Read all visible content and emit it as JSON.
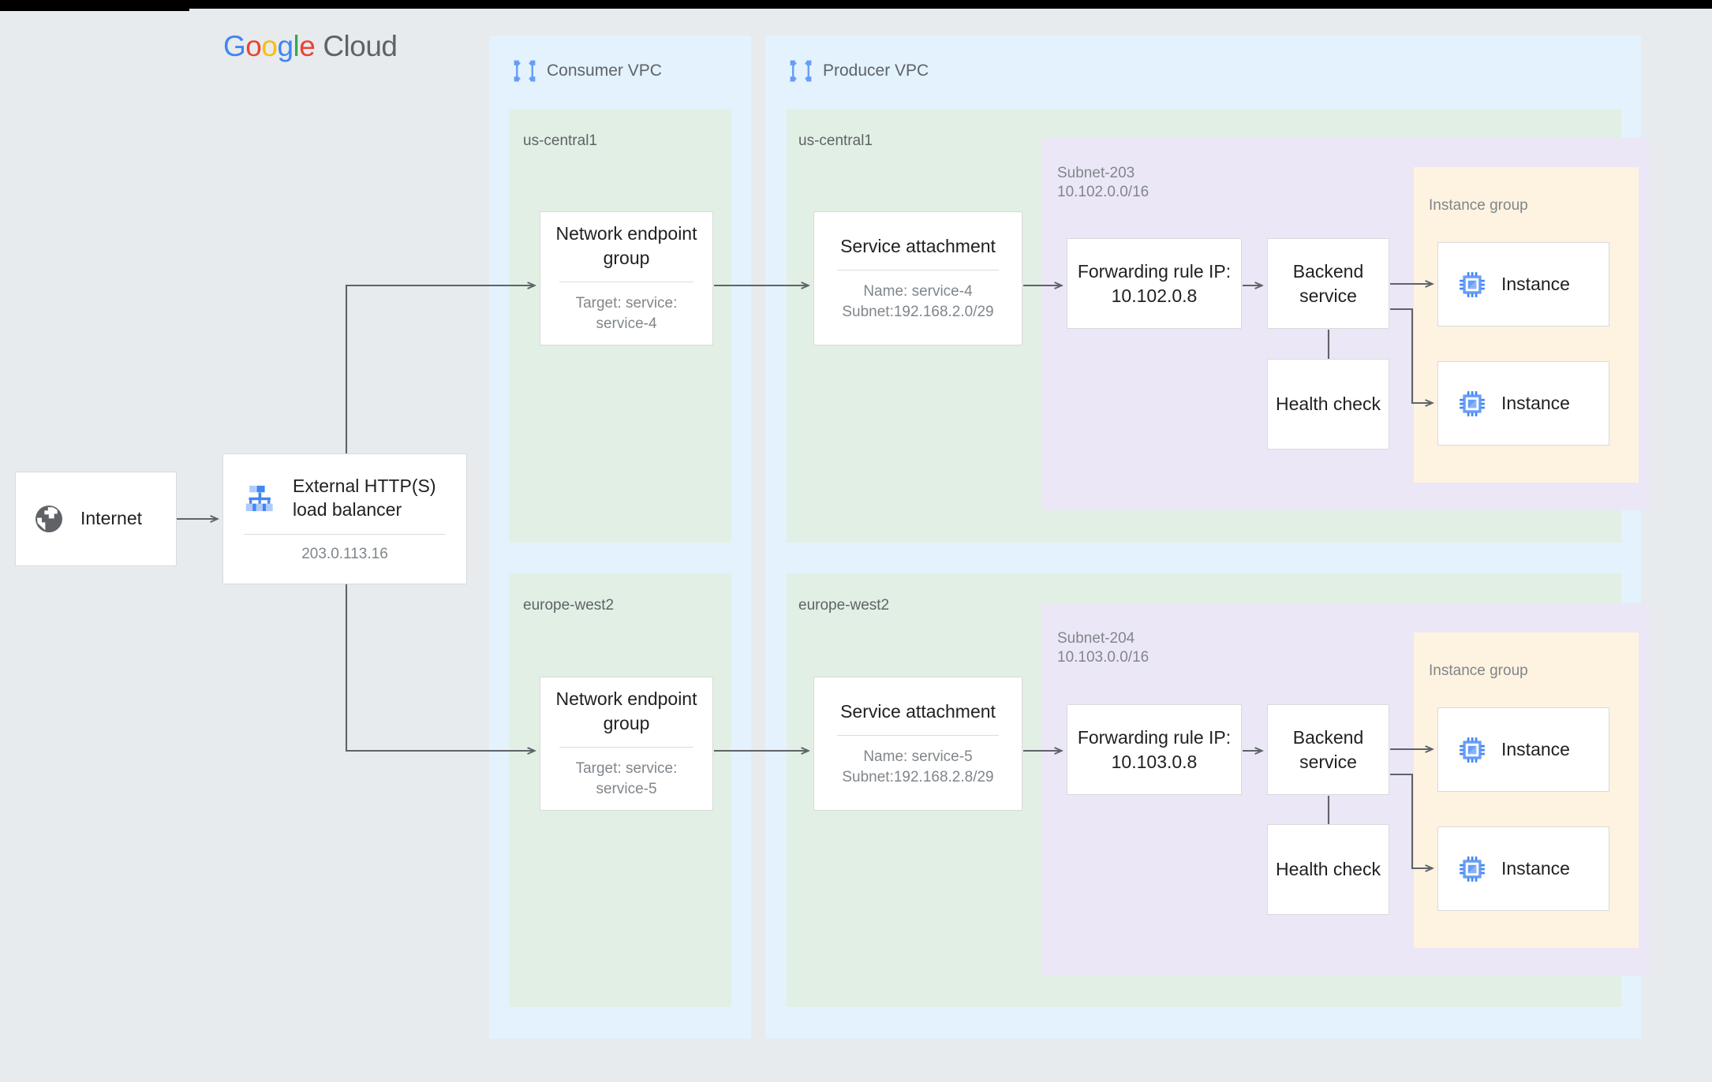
{
  "brand": {
    "name_parts": [
      "G",
      "o",
      "o",
      "g",
      "l",
      "e"
    ],
    "suffix": "Cloud",
    "colors": {
      "blue": "#4285F4",
      "red": "#EA4335",
      "yellow": "#FBBC05",
      "green": "#34A853",
      "grey": "#5F6368"
    }
  },
  "canvas": {
    "background": "#e8ebed",
    "vpc_fill": "#e3f2fd",
    "region_fill": "#e2efe4",
    "subnet_fill": "#ece7f6",
    "instance_group_fill": "#fdf3e0",
    "card_fill": "#ffffff",
    "line_color": "#5f6368"
  },
  "internet": {
    "label": "Internet",
    "icon": "globe-icon"
  },
  "load_balancer": {
    "label": "External HTTP(S)\nload balancer",
    "ip": "203.0.113.16",
    "icon": "load-balancer-icon"
  },
  "vpcs": [
    {
      "id": "consumer",
      "title": "Consumer VPC",
      "icon": "vpc-icon",
      "regions": [
        {
          "name": "us-central1",
          "cards": [
            {
              "title": "Network\nendpoint group",
              "sub": "Target: service:\nservice-4"
            }
          ]
        },
        {
          "name": "europe-west2",
          "cards": [
            {
              "title": "Network\nendpoint group",
              "sub": "Target: service:\nservice-5"
            }
          ]
        }
      ]
    },
    {
      "id": "producer",
      "title": "Producer VPC",
      "icon": "vpc-icon",
      "regions": [
        {
          "name": "us-central1",
          "service_attachment": {
            "title": "Service\nattachment",
            "sub": "Name: service-4\nSubnet:192.168.2.0/29"
          },
          "subnet": {
            "label": "Subnet-203\n10.102.0.0/16",
            "forwarding_rule": "Forwarding rule\nIP: 10.102.0.8",
            "backend_service": "Backend\nservice",
            "health_check": "Health\ncheck",
            "instance_group": {
              "label": "Instance group",
              "instances": [
                {
                  "label": "Instance",
                  "icon": "cpu-chip-icon"
                },
                {
                  "label": "Instance",
                  "icon": "cpu-chip-icon"
                }
              ]
            }
          }
        },
        {
          "name": "europe-west2",
          "service_attachment": {
            "title": "Service\nattachment",
            "sub": "Name: service-5\nSubnet:192.168.2.8/29"
          },
          "subnet": {
            "label": "Subnet-204\n10.103.0.0/16",
            "forwarding_rule": "Forwarding rule\nIP: 10.103.0.8",
            "backend_service": "Backend\nservice",
            "health_check": "Health\ncheck",
            "instance_group": {
              "label": "Instance group",
              "instances": [
                {
                  "label": "Instance",
                  "icon": "cpu-chip-icon"
                },
                {
                  "label": "Instance",
                  "icon": "cpu-chip-icon"
                }
              ]
            }
          }
        }
      ]
    }
  ]
}
